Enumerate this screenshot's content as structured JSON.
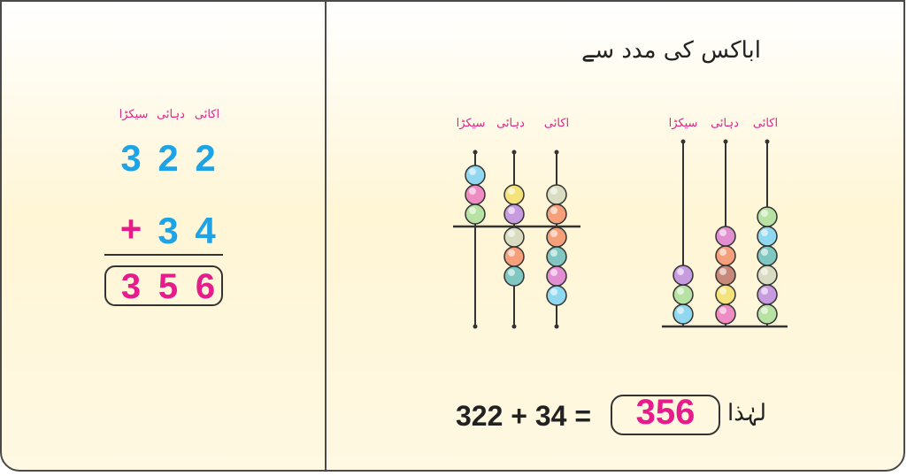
{
  "left": {
    "place_labels": [
      "سیکڑا",
      "دہائی",
      "اکائی"
    ],
    "row1": [
      "3",
      "2",
      "2"
    ],
    "row2_sign": "+",
    "row2": [
      "3",
      "4"
    ],
    "result": [
      "3",
      "5",
      "6"
    ]
  },
  "right": {
    "title": "اباکس کی مدد سے",
    "abacus_labels": [
      "سیکڑا",
      "دہائی",
      "اکائی"
    ],
    "abacus_left": {
      "hundreds": 3,
      "tens": 2,
      "ones": 2,
      "hundreds_add": 0,
      "tens_add": 3,
      "ones_add": 4
    },
    "abacus_right": {
      "hundreds": 3,
      "tens": 5,
      "ones": 6
    },
    "equation_text": "322 + 34 =",
    "equation_answer": "356",
    "therefore_word": "لہٰذا"
  },
  "colors": {
    "blue": "#1ea3e6",
    "pink": "#e61c8c",
    "bead_colors": [
      "#8fd8f0",
      "#f08cc4",
      "#b7e2a3",
      "#f4e27a",
      "#c79be0",
      "#c9897a",
      "#d9dcc0",
      "#f5a07a",
      "#7fc7c0",
      "#e28fd2"
    ]
  }
}
